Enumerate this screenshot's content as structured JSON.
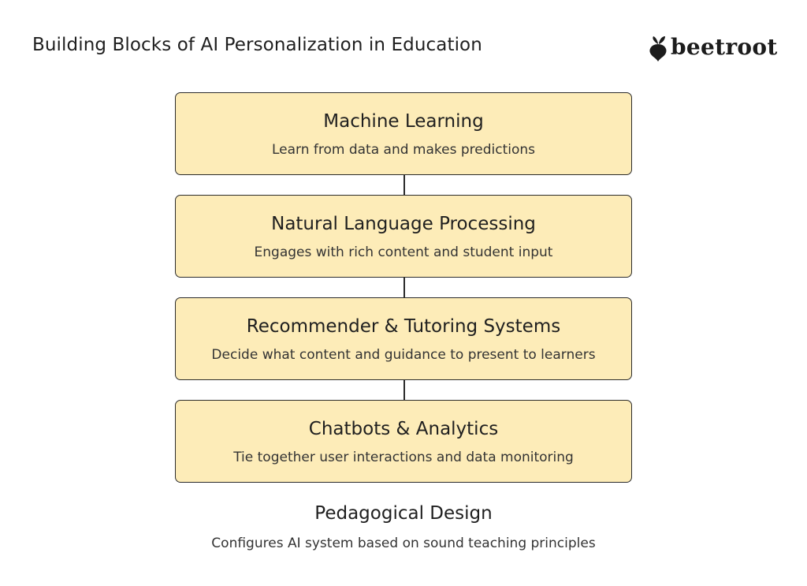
{
  "header": {
    "title": "Building Blocks of AI Personalization in Education",
    "brand": "beetroot",
    "brand_icon": "beetroot-icon"
  },
  "colors": {
    "block_fill": "#fdecb8",
    "block_border": "#2b2b2b",
    "text": "#1f1f1f"
  },
  "blocks": [
    {
      "title": "Machine Learning",
      "description": "Learn from data and makes predictions"
    },
    {
      "title": "Natural Language Processing",
      "description": "Engages with rich content and student input"
    },
    {
      "title": "Recommender & Tutoring Systems",
      "description": "Decide what content and guidance to present to learners"
    },
    {
      "title": "Chatbots & Analytics",
      "description": "Tie together user interactions and data monitoring"
    }
  ],
  "foundation": {
    "title": "Pedagogical Design",
    "description": "Configures AI system based on sound teaching principles"
  }
}
